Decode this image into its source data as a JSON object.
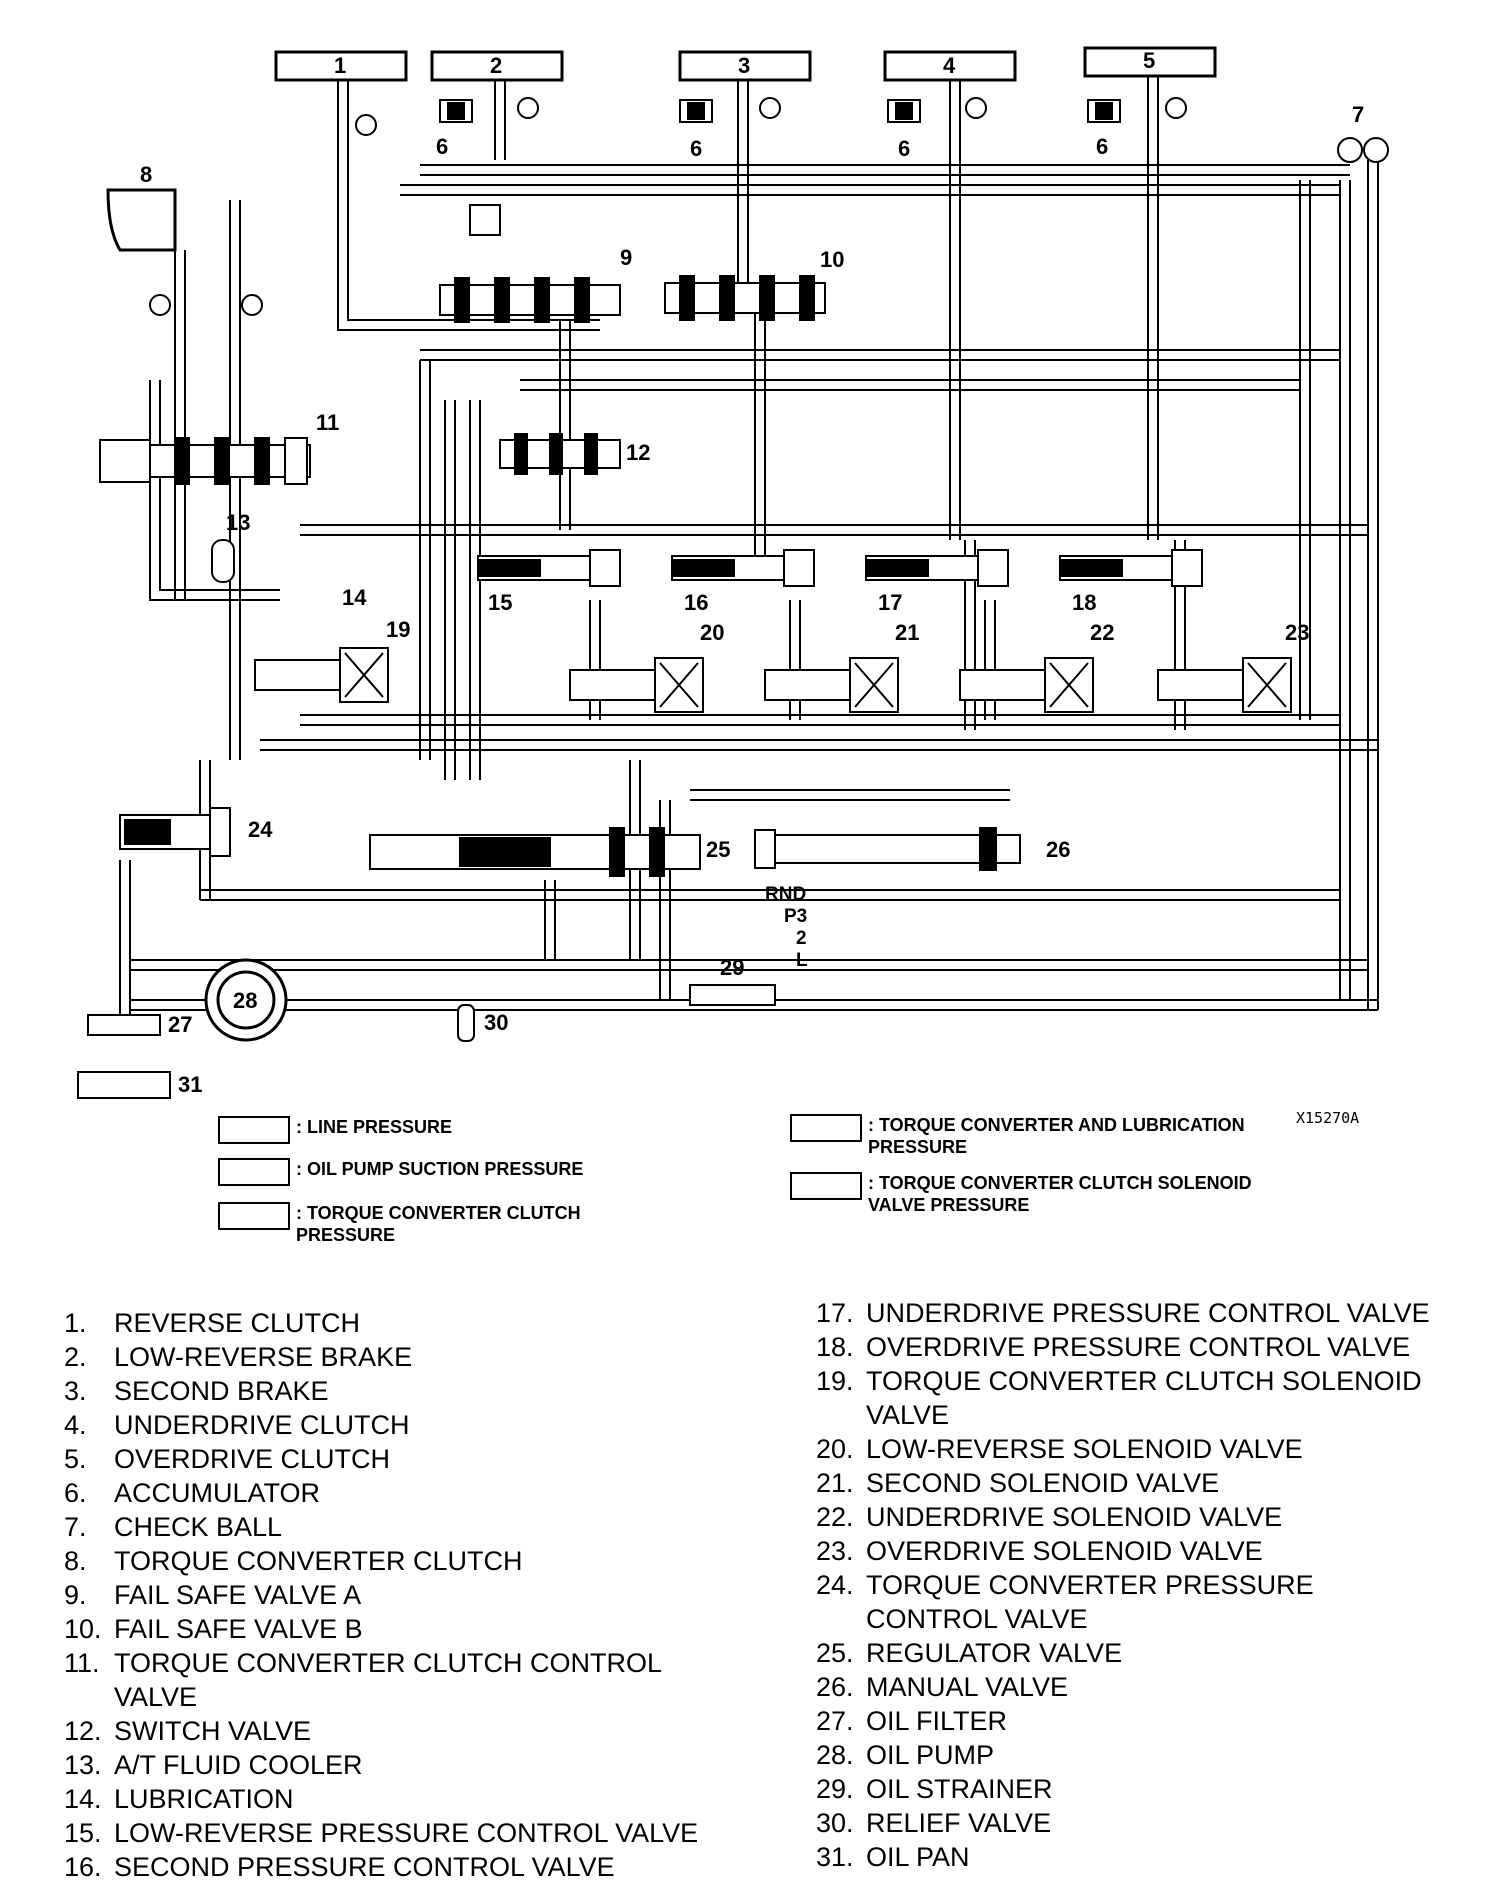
{
  "diagram": {
    "reference_code": "X15270A",
    "box_labels": [
      "1",
      "2",
      "3",
      "4",
      "5"
    ],
    "callouts": {
      "accumulator": "6",
      "check_ball": "7",
      "tcc": "8",
      "fsv_a": "9",
      "fsv_b": "10",
      "tcc_control": "11",
      "switch_valve": "12",
      "cooler": "13",
      "lubrication": "14",
      "pcv_15": "15",
      "pcv_16": "16",
      "pcv_17": "17",
      "pcv_18": "18",
      "sol_19": "19",
      "sol_20": "20",
      "sol_21": "21",
      "sol_22": "22",
      "sol_23": "23",
      "tc_pcv": "24",
      "regulator": "25",
      "manual": "26",
      "filter": "27",
      "pump": "28",
      "strainer": "29",
      "relief": "30",
      "pan": "31"
    },
    "manual_positions": [
      "RND",
      "P3",
      "2",
      "L"
    ]
  },
  "legend": {
    "left": [
      {
        "label": ": LINE PRESSURE"
      },
      {
        "label": ": OIL PUMP SUCTION PRESSURE"
      },
      {
        "label": ": TORQUE CONVERTER CLUTCH PRESSURE"
      }
    ],
    "right": [
      {
        "label": ": TORQUE CONVERTER AND LUBRICATION PRESSURE"
      },
      {
        "label": ": TORQUE CONVERTER CLUTCH SOLENOID VALVE PRESSURE"
      }
    ]
  },
  "parts": {
    "left": [
      {
        "num": "1.",
        "name": "REVERSE CLUTCH"
      },
      {
        "num": "2.",
        "name": "LOW-REVERSE BRAKE"
      },
      {
        "num": "3.",
        "name": "SECOND BRAKE"
      },
      {
        "num": "4.",
        "name": "UNDERDRIVE CLUTCH"
      },
      {
        "num": "5.",
        "name": "OVERDRIVE CLUTCH"
      },
      {
        "num": "6.",
        "name": "ACCUMULATOR"
      },
      {
        "num": "7.",
        "name": "CHECK BALL"
      },
      {
        "num": "8.",
        "name": "TORQUE CONVERTER CLUTCH"
      },
      {
        "num": "9.",
        "name": "FAIL SAFE VALVE A"
      },
      {
        "num": "10.",
        "name": "FAIL SAFE VALVE B"
      },
      {
        "num": "11.",
        "name": "TORQUE CONVERTER CLUTCH CONTROL VALVE"
      },
      {
        "num": "12.",
        "name": "SWITCH VALVE"
      },
      {
        "num": "13.",
        "name": "A/T FLUID COOLER"
      },
      {
        "num": "14.",
        "name": "LUBRICATION"
      },
      {
        "num": "15.",
        "name": "LOW-REVERSE PRESSURE CONTROL VALVE"
      },
      {
        "num": "16.",
        "name": "SECOND PRESSURE CONTROL VALVE"
      }
    ],
    "right": [
      {
        "num": "17.",
        "name": "UNDERDRIVE PRESSURE CONTROL VALVE"
      },
      {
        "num": "18.",
        "name": "OVERDRIVE PRESSURE CONTROL VALVE"
      },
      {
        "num": "19.",
        "name": "TORQUE CONVERTER CLUTCH SOLENOID VALVE"
      },
      {
        "num": "20.",
        "name": "LOW-REVERSE SOLENOID VALVE"
      },
      {
        "num": "21.",
        "name": "SECOND SOLENOID VALVE"
      },
      {
        "num": "22.",
        "name": "UNDERDRIVE SOLENOID VALVE"
      },
      {
        "num": "23.",
        "name": "OVERDRIVE SOLENOID VALVE"
      },
      {
        "num": "24.",
        "name": "TORQUE CONVERTER PRESSURE CONTROL VALVE"
      },
      {
        "num": "25.",
        "name": "REGULATOR VALVE"
      },
      {
        "num": "26.",
        "name": "MANUAL VALVE"
      },
      {
        "num": "27.",
        "name": "OIL FILTER"
      },
      {
        "num": "28.",
        "name": "OIL PUMP"
      },
      {
        "num": "29.",
        "name": "OIL STRAINER"
      },
      {
        "num": "30.",
        "name": "RELIEF VALVE"
      },
      {
        "num": "31.",
        "name": "OIL PAN"
      }
    ]
  }
}
